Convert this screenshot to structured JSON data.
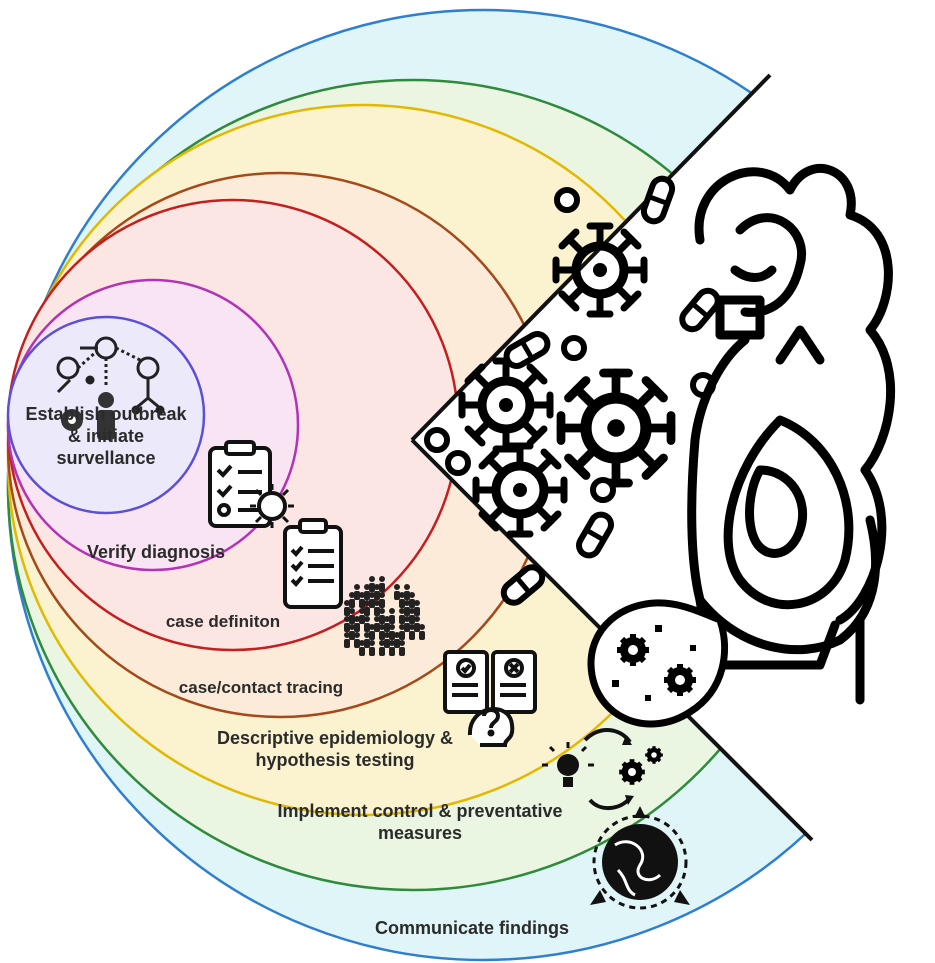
{
  "stages": [
    {
      "label_lines": [
        "Communicate findings"
      ],
      "color": "#2e7fd1"
    },
    {
      "label_lines": [
        "Implement control & preventative",
        "measures"
      ],
      "color": "#2f8a3b"
    },
    {
      "label_lines": [
        "Descriptive epidemiology &",
        "hypothesis testing"
      ],
      "color": "#e3b800"
    },
    {
      "label_lines": [
        "case/contact tracing"
      ],
      "color": "#a44a1a"
    },
    {
      "label_lines": [
        "case definiton"
      ],
      "color": "#c41e1e"
    },
    {
      "label_lines": [
        "Verify diagnosis"
      ],
      "color": "#b233b5"
    },
    {
      "label_lines": [
        "Establish outbreak",
        "& initiate",
        "survellance"
      ],
      "color": "#5b4fd6"
    }
  ],
  "icons": {
    "network": "contact-network-icon",
    "clipboard": "clipboard-checklist-icon",
    "virus": "virus-icon",
    "crowd": "crowd-icon",
    "hypothesis": "hypothesis-head-icon",
    "idea": "lightbulb-gears-icon",
    "globe": "globe-icon",
    "pregnant": "pregnant-woman-icon",
    "microbes": "microbes-icon"
  }
}
